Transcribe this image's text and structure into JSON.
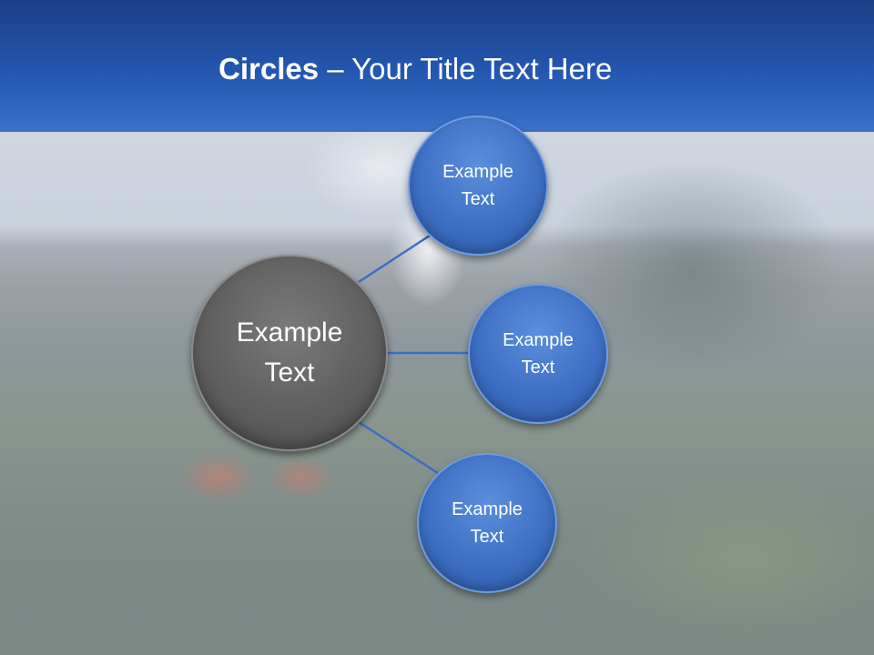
{
  "slide": {
    "title_bold": "Circles",
    "title_rest": " – Your Title Text Here"
  },
  "diagram": {
    "center": {
      "label": "Example\nText"
    },
    "nodes": [
      {
        "label": "Example\nText"
      },
      {
        "label": "Example\nText"
      },
      {
        "label": "Example\nText"
      }
    ]
  },
  "colors": {
    "header": "#2457b0",
    "node_fill": "#3d6fc4",
    "center_fill": "#5f5f5f",
    "connector": "#3a6fc4"
  }
}
